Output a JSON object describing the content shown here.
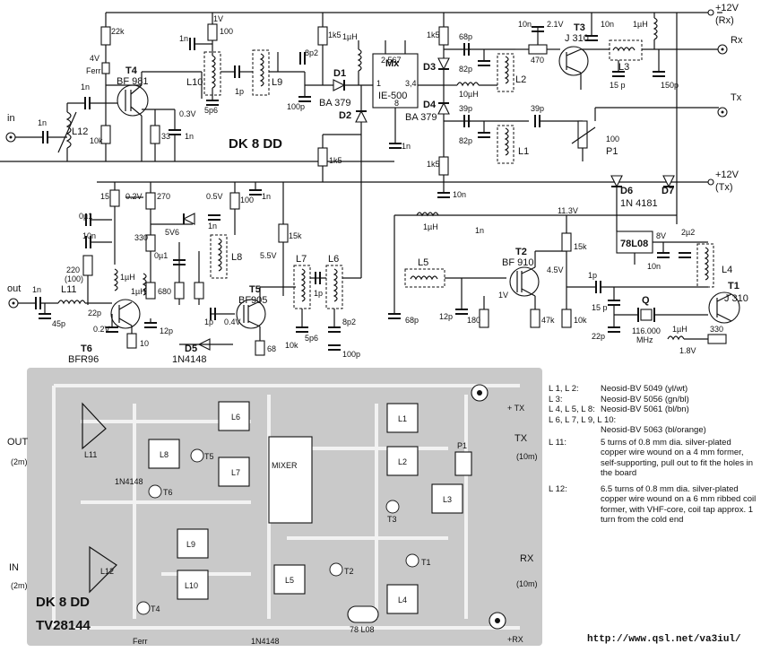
{
  "schematic": {
    "title": "DK 8 DD",
    "supply_rx": "+12V",
    "supply_rx_sub": "(Rx)",
    "supply_tx": "+12V",
    "supply_tx_sub": "(Tx)",
    "port_in": "in",
    "port_out": "out",
    "port_rx": "Rx",
    "port_tx": "Tx",
    "mixer_name": "Mx",
    "mixer_part": "IE-500",
    "mixer_pins_top": "2  567",
    "mixer_pin1": "1",
    "mixer_pin34": "3,4",
    "mixer_pin8": "8",
    "transistors": [
      {
        "ref": "T4",
        "part": "BF 981"
      },
      {
        "ref": "T3",
        "part": "J 310"
      },
      {
        "ref": "T2",
        "part": "BF 910"
      },
      {
        "ref": "T5",
        "part": "BF905"
      },
      {
        "ref": "T6",
        "part": "BFR96"
      },
      {
        "ref": "T1",
        "part": "J 310"
      }
    ],
    "diodes": [
      {
        "ref": "D1",
        "part": "BA 379"
      },
      {
        "ref": "D2",
        "part": ""
      },
      {
        "ref": "D3",
        "part": ""
      },
      {
        "ref": "D4",
        "part": "BA 379"
      },
      {
        "ref": "D5",
        "part": "1N4148"
      },
      {
        "ref": "D6",
        "part": ""
      },
      {
        "ref": "D7",
        "part": ""
      },
      {
        "ref": "",
        "part": "1N 4181"
      },
      {
        "ref": "",
        "part": "5V6"
      }
    ],
    "regulator": "78L08",
    "crystal": "Q",
    "crystal_freq": "116.000",
    "crystal_unit": "MHz",
    "pot": "P1",
    "pot_value": "100",
    "coils": [
      "L1",
      "L2",
      "L3",
      "L4",
      "L5",
      "L6",
      "L7",
      "L8",
      "L9",
      "L10",
      "L11",
      "L12"
    ],
    "values": {
      "r22k": "22k",
      "r100": "100",
      "r1v": "1V",
      "r1k5a": "1k5",
      "r1k5b": "1k5",
      "r1k5c": "1k5",
      "r1k5d": "1k5",
      "v4": "4V",
      "ferr": "Ferr",
      "v03": "0.3V",
      "r33": "33",
      "r10k": "10k",
      "c1n": "1n",
      "c8p2": "8p2",
      "c100p": "100p",
      "c1p": "1p",
      "c5p6": "5p6",
      "uH1": "1µH",
      "uH10": "10µH",
      "c68p": "68p",
      "c82p": "82p",
      "c39p": "39p",
      "c10n": "10n",
      "v21": "2.1V",
      "r470": "470",
      "c15p": "15 p",
      "c150p": "150p",
      "v113": "11.3V",
      "v8": "8V",
      "c2u2": "2µ2",
      "v45": "4.5V",
      "r15k": "15k",
      "r47k": "47k",
      "r180": "180",
      "c12p": "12p",
      "v1": "1V",
      "r330": "330",
      "v18": "1.8V",
      "c22p": "22p",
      "r15": "15",
      "v02": "0.2V",
      "r270": "270",
      "v05": "0.5V",
      "c0u1": "0µ1",
      "r220": "220",
      "r100b": "(100)",
      "r680": "680",
      "c45p": "45p",
      "v02b": "0.2V",
      "r10": "10",
      "v55": "5.5V",
      "v04": "0.4V",
      "r68": "68"
    }
  },
  "board": {
    "title": "DK 8 DD",
    "code": "TV28144",
    "labels": {
      "out": "OUT",
      "out_band": "(2m)",
      "in": "IN",
      "in_band": "(2m)",
      "tx": "TX",
      "tx_band": "(10m)",
      "rx": "RX",
      "rx_band": "(10m)",
      "plus_tx": "+ TX",
      "plus_rx": "+RX",
      "mixer": "MIXER",
      "ferr": "Ferr",
      "reg": "78 L08",
      "diode": "1N4148",
      "diode2": "1N4148"
    },
    "parts": [
      "L6",
      "L5",
      "L8",
      "L7",
      "L9",
      "L10",
      "L12",
      "L11",
      "L1",
      "L2",
      "L3",
      "L4",
      "L5",
      "T1",
      "T2",
      "T3",
      "T5",
      "T6",
      "T4",
      "P1"
    ]
  },
  "legend": [
    {
      "key": "L 1, L 2:",
      "text": "Neosid-BV 5049 (yl/wt)"
    },
    {
      "key": "L 3:",
      "text": "Neosid-BV 5056 (gn/bl)"
    },
    {
      "key": "L 4, L 5, L 8:",
      "text": "Neosid-BV 5061 (bl/bn)"
    },
    {
      "key": "L 6, L 7, L 9, L 10:",
      "text": ""
    },
    {
      "key": "",
      "text": "Neosid-BV 5063 (bl/orange)"
    },
    {
      "key": "L 11:",
      "text": "5 turns of 0.8 mm dia. silver-plated copper wire wound on a 4 mm former, self-supporting, pull out to fit the holes in the board"
    },
    {
      "key": "L 12:",
      "text": "6.5 turns of 0.8 mm dia. silver-plated copper wire wound on a 6 mm ribbed coil former, with VHF-core, coil tap approx. 1 turn from the cold end"
    }
  ],
  "url": "http://www.qsl.net/va3iul/"
}
